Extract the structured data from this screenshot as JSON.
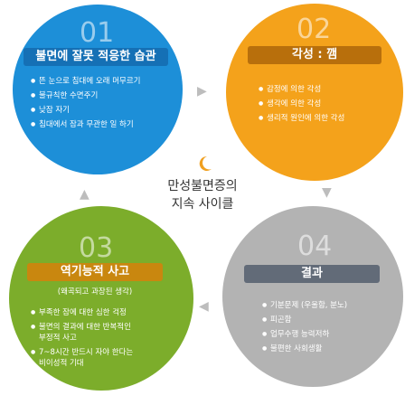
{
  "center": {
    "title_line1": "만성불면증의",
    "title_line2": "지속 사이클"
  },
  "stages": [
    {
      "number": "01",
      "heading": "불면에 잘못 적응한 습관",
      "items": [
        "뜬 눈으로 침대에 오래 머무르기",
        "불규칙한 수면주기",
        "낮잠 자기",
        "침대에서 잠과 무관한 일 하기"
      ]
    },
    {
      "number": "02",
      "heading": "각성 : 깸",
      "items": [
        "감정에 의한 각성",
        "생각에 의한 각성",
        "생리적 원인에 의한 각성"
      ]
    },
    {
      "number": "03",
      "heading": "역기능적 사고",
      "subheading": "(왜곡되고 과장된 생각)",
      "items": [
        "부족한 잠에 대한 심한 걱정",
        "불면의 결과에 대한 반복적인\n부정적 사고",
        "7~8시간 반드시 자야 한다는\n비이성적 기대"
      ]
    },
    {
      "number": "04",
      "heading": "결과",
      "items": [
        "기분문제 (우울함, 분노)",
        "피곤함",
        "업무수행 능력저하",
        "불편한 사회생활"
      ]
    }
  ],
  "colors": {
    "stage1": "#1d8fd8",
    "stage2": "#f4a21b",
    "stage3": "#7cad2b",
    "stage4": "#b3b3b3",
    "moon": "#f0a020"
  }
}
